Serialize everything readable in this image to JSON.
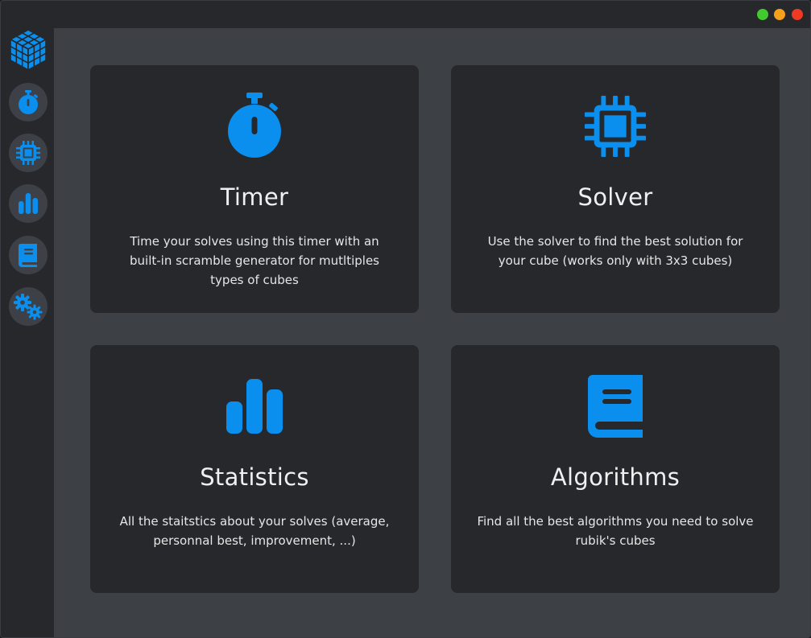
{
  "app": {
    "accent_color": "#0a8fef",
    "window_controls": [
      {
        "name": "maximize",
        "color": "#42c92f"
      },
      {
        "name": "minimize",
        "color": "#f5a11a"
      },
      {
        "name": "close",
        "color": "#ee3a24"
      }
    ]
  },
  "sidebar": {
    "logo_icon": "rubiks-cube-icon",
    "items": [
      {
        "id": "timer",
        "icon": "stopwatch-icon"
      },
      {
        "id": "solver",
        "icon": "cpu-chip-icon"
      },
      {
        "id": "statistics",
        "icon": "bar-chart-icon"
      },
      {
        "id": "algorithms",
        "icon": "book-icon"
      },
      {
        "id": "settings",
        "icon": "gears-icon"
      }
    ]
  },
  "cards": [
    {
      "id": "timer",
      "icon": "stopwatch-icon",
      "title": "Timer",
      "description": "Time your solves using this timer with an built-in scramble generator for mutltiples types of cubes"
    },
    {
      "id": "solver",
      "icon": "cpu-chip-icon",
      "title": "Solver",
      "description": "Use the solver to find the best solution for your cube (works only with 3x3 cubes)"
    },
    {
      "id": "statistics",
      "icon": "bar-chart-icon",
      "title": "Statistics",
      "description": "All the staitstics about your solves (average, personnal best, improvement, ...)"
    },
    {
      "id": "algorithms",
      "icon": "book-icon",
      "title": "Algorithms",
      "description": "Find all the best algorithms you need to solve rubik's cubes"
    }
  ]
}
